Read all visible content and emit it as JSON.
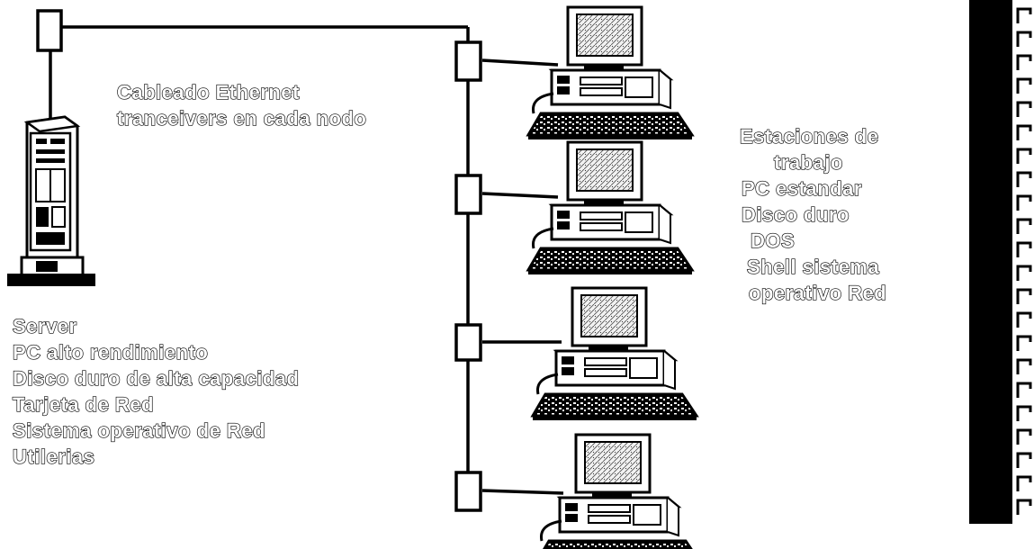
{
  "ethernet_label": {
    "line1": "Cableado Ethernet",
    "line2": "tranceivers en cada nodo"
  },
  "server_label": {
    "line1": "Server",
    "line2": "PC alto rendimiento",
    "line3": "Disco duro  de alta capacidad",
    "line4": "Tarjeta  de Red",
    "line5": "Sistema operativo de Red",
    "line6": "Utilerias"
  },
  "workstation_label": {
    "line1": "Estaciones de",
    "line2": "trabajo",
    "line3": "PC estandar",
    "line4": "Disco duro",
    "line5": "DOS",
    "line6": "Shell sistema",
    "line7": "operativo Red"
  },
  "icons": {
    "server": "tower-server-icon",
    "workstation": "desktop-pc-icon",
    "transceiver": "transceiver-box-icon"
  },
  "colors": {
    "line": "#000000",
    "background": "#ffffff",
    "text_fill": "#ffffff",
    "text_stroke": "#000000"
  }
}
